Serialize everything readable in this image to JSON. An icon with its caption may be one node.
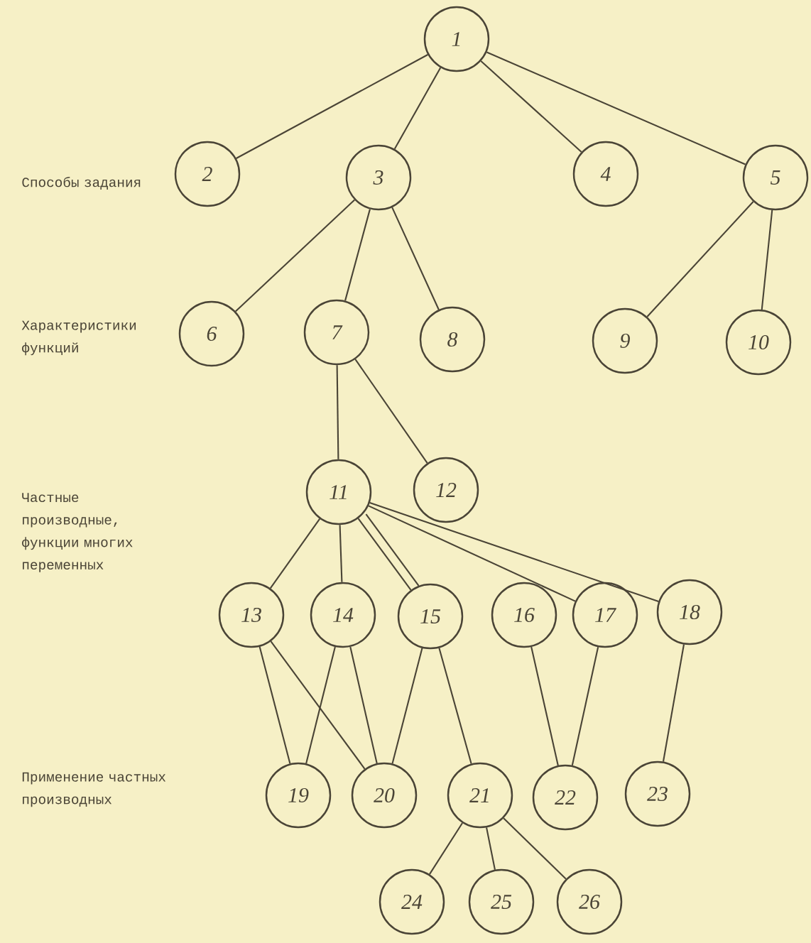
{
  "diagram": {
    "nodes": [
      {
        "text": [
          "1"
        ]
      },
      {
        "text": [
          "2"
        ]
      },
      {
        "text": [
          "3"
        ]
      },
      {
        "text": [
          "4"
        ]
      },
      {
        "text": [
          "5"
        ]
      },
      {
        "text": [
          "6"
        ]
      },
      {
        "text": [
          "7"
        ]
      },
      {
        "text": [
          "8"
        ]
      },
      {
        "text": [
          "9"
        ]
      },
      {
        "text": [
          "10"
        ]
      },
      {
        "text": [
          "11"
        ]
      },
      {
        "text": [
          "12"
        ]
      },
      {
        "text": [
          "13"
        ]
      },
      {
        "text": [
          "14"
        ]
      },
      {
        "text": [
          "15"
        ]
      },
      {
        "text": [
          "16"
        ]
      },
      {
        "text": [
          "17"
        ]
      },
      {
        "text": [
          "18"
        ]
      },
      {
        "text": [
          "19"
        ]
      },
      {
        "text": [
          "20"
        ]
      },
      {
        "text": [
          "21"
        ]
      },
      {
        "text": [
          "22"
        ]
      },
      {
        "text": [
          "23"
        ]
      },
      {
        "text": [
          "24"
        ]
      },
      {
        "text": [
          "25"
        ]
      },
      {
        "text": [
          "26"
        ]
      }
    ],
    "edges": [
      {
        "from": 0,
        "to": 1,
        "arrow": "none"
      },
      {
        "from": 0,
        "to": 2,
        "arrow": "none"
      },
      {
        "from": 0,
        "to": 3,
        "arrow": "none"
      },
      {
        "from": 0,
        "to": 4,
        "arrow": "none"
      },
      {
        "from": 2,
        "to": 5,
        "arrow": "none"
      },
      {
        "from": 2,
        "to": 6,
        "arrow": "none"
      },
      {
        "from": 2,
        "to": 7,
        "arrow": "none"
      },
      {
        "from": 4,
        "to": 8,
        "arrow": "none"
      },
      {
        "from": 4,
        "to": 9,
        "arrow": "none"
      },
      {
        "from": 6,
        "to": 10,
        "arrow": "none"
      },
      {
        "from": 6,
        "to": 11,
        "arrow": "none"
      },
      {
        "from": 10,
        "to": 12,
        "arrow": "none"
      },
      {
        "from": 10,
        "to": 13,
        "arrow": "none"
      },
      {
        "from": 10,
        "to": 14,
        "arrow": "none"
      },
      {
        "from": 10,
        "to": 14,
        "arrow": "none"
      },
      {
        "from": 10,
        "to": 16,
        "arrow": "none"
      },
      {
        "from": 10,
        "to": 17,
        "arrow": "none"
      },
      {
        "from": 12,
        "to": 18,
        "arrow": "none"
      },
      {
        "from": 12,
        "to": 19,
        "arrow": "none"
      },
      {
        "from": 13,
        "to": 18,
        "arrow": "none"
      },
      {
        "from": 13,
        "to": 19,
        "arrow": "none"
      },
      {
        "from": 14,
        "to": 19,
        "arrow": "none"
      },
      {
        "from": 14,
        "to": 20,
        "arrow": "none"
      },
      {
        "from": 15,
        "to": 21,
        "arrow": "none"
      },
      {
        "from": 16,
        "to": 21,
        "arrow": "none"
      },
      {
        "from": 17,
        "to": 22,
        "arrow": "none"
      },
      {
        "from": 20,
        "to": 23,
        "arrow": "none"
      },
      {
        "from": 20,
        "to": 24,
        "arrow": "none"
      },
      {
        "from": 20,
        "to": 25,
        "arrow": "none"
      }
    ],
    "labels": [
      "Способы задания",
      "Характеристики функций",
      "Частные производные, функции многих переменных",
      "Применение частных производных"
    ]
  }
}
